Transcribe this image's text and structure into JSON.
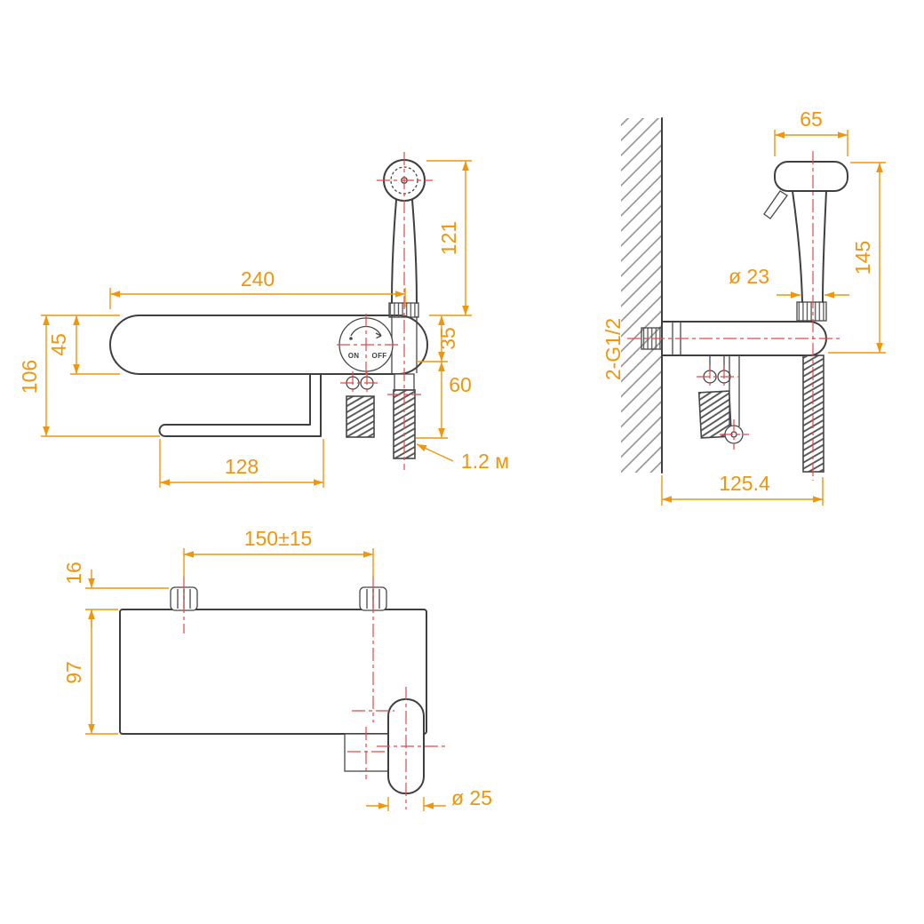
{
  "drawing": {
    "type": "technical-dimension-drawing",
    "subject": "wall-mounted hygienic shower mixer with paper holder",
    "colors": {
      "dimension": "#F0960C",
      "line": "#3F3F3F",
      "centerline": "#E04A4A",
      "hatch": "#8A8A8A"
    }
  },
  "front_view": {
    "dim_width": "240",
    "dim_sprayer_height": "121",
    "dim_body_height": "45",
    "dim_total_height": "106",
    "dim_upper_offset": "35",
    "dim_lower_offset": "60",
    "dim_holder_width": "128",
    "hose_note": "1.2 м",
    "dial_on": "ON",
    "dial_off": "OFF"
  },
  "side_view": {
    "dim_head_width": "65",
    "dim_height": "145",
    "dim_handle_diameter": "ø 23",
    "thread_spec": "2-G1/2",
    "dim_depth": "125.4"
  },
  "top_view": {
    "dim_mount_spacing": "150±15",
    "dim_nut_height": "16",
    "dim_body_depth": "97",
    "dim_outlet_diameter": "ø 25"
  }
}
